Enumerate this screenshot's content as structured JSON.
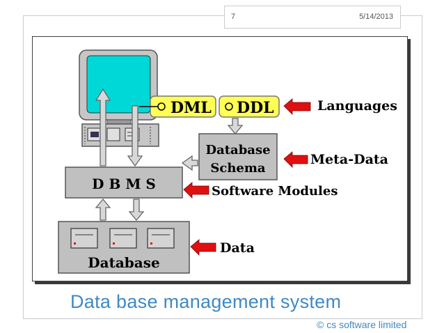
{
  "header": {
    "page_number": "7",
    "date": "5/14/2013"
  },
  "diagram": {
    "dml": "DML",
    "ddl": "DDL",
    "schema_line1": "Database",
    "schema_line2": "Schema",
    "dbms": "D B M S",
    "database": "Database",
    "side_labels": {
      "languages": "Languages",
      "meta_data": "Meta-Data",
      "software_modules": "Software Modules",
      "data": "Data"
    }
  },
  "title": "Data base management system",
  "footer": "© cs software limited",
  "colors": {
    "accent_blue": "#3f89c4",
    "panel": "#ffffff",
    "box_gray": "#c0c0c0",
    "screen": "#00d8d8",
    "language_yellow": "#ffff55",
    "arrow_red": "#e01010"
  }
}
